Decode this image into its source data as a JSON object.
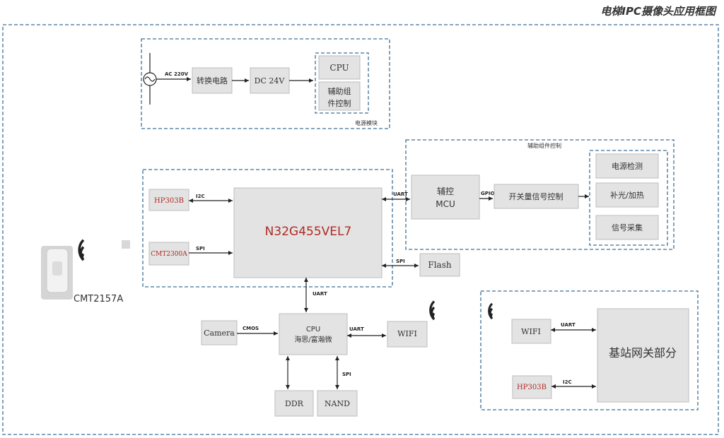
{
  "title": "电梯IPC摄像头应用框图",
  "power_module": {
    "label": "电源模块",
    "ac_label": "AC 220V",
    "converter": "转换电路",
    "dc": "DC 24V",
    "cpu": "CPU",
    "aux": [
      "辅助组",
      "件控制"
    ]
  },
  "aux_control": {
    "label": "辅助组件控制",
    "mcu": [
      "辅控",
      "MCU"
    ],
    "gpio": "GPIO",
    "switch": "开关量信号控制",
    "power_detect": "电源检测",
    "light_heat": "补光/加热",
    "signal": "信号采集"
  },
  "main": {
    "chip": "N32G455VEL7",
    "hp303b": "HP303B",
    "i2c": "I2C",
    "cmt2300a": "CMT2300A",
    "spi": "SPI",
    "uart_mcu": "UART",
    "flash": "Flash",
    "spi_flash": "SPI",
    "uart_cpu": "UART"
  },
  "device": {
    "label": "CMT2157A"
  },
  "cpu_section": {
    "cpu": [
      "CPU",
      "海思/富瀚微"
    ],
    "camera": "Camera",
    "cmos": "CMOS",
    "uart": "UART",
    "wifi": "WIFI",
    "ddr": "DDR",
    "nand": "NAND",
    "spi": "SPI"
  },
  "gateway": {
    "wifi": "WIFI",
    "uart": "UART",
    "hp303b": "HP303B",
    "i2c": "I2C",
    "label": "基站网关部分"
  },
  "colors": {
    "dashed": "#3f6f96",
    "box": "#e3e3e3",
    "red_text": "#b02a24",
    "orange_text": "#e08a2a"
  }
}
